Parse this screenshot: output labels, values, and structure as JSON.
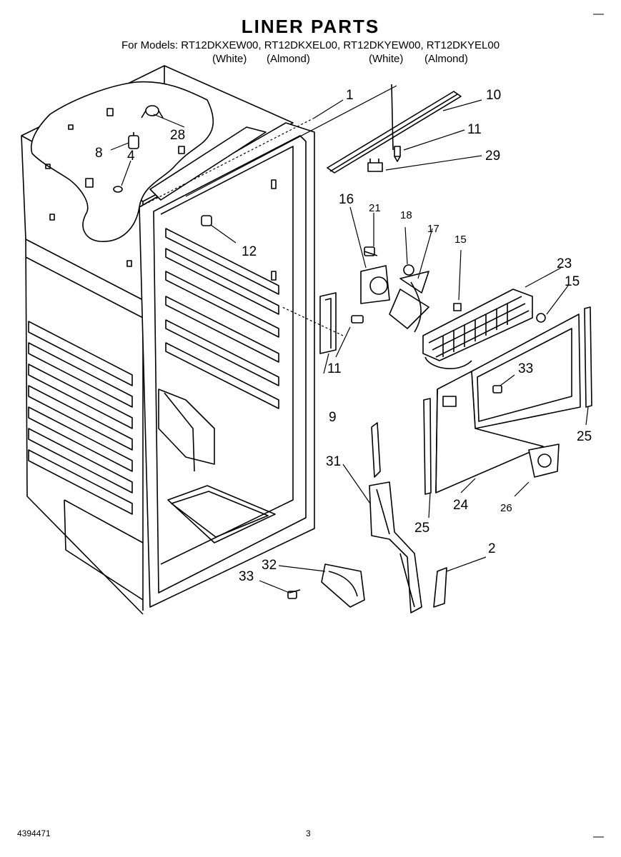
{
  "header": {
    "title": "LINER PARTS",
    "models": "For Models: RT12DKXEW00, RT12DKXEL00, RT12DKYEW00, RT12DKYEL00",
    "colors": [
      "(White)",
      "(Almond)",
      "(White)",
      "(Almond)"
    ]
  },
  "footer": {
    "doc_number": "4394471",
    "page_number": "3"
  },
  "callouts": [
    "1",
    "10",
    "11",
    "29",
    "28",
    "8",
    "4",
    "12",
    "16",
    "21",
    "18",
    "17",
    "15",
    "23",
    "15",
    "11",
    "9",
    "33",
    "25",
    "31",
    "24",
    "26",
    "25",
    "2",
    "32",
    "33"
  ]
}
